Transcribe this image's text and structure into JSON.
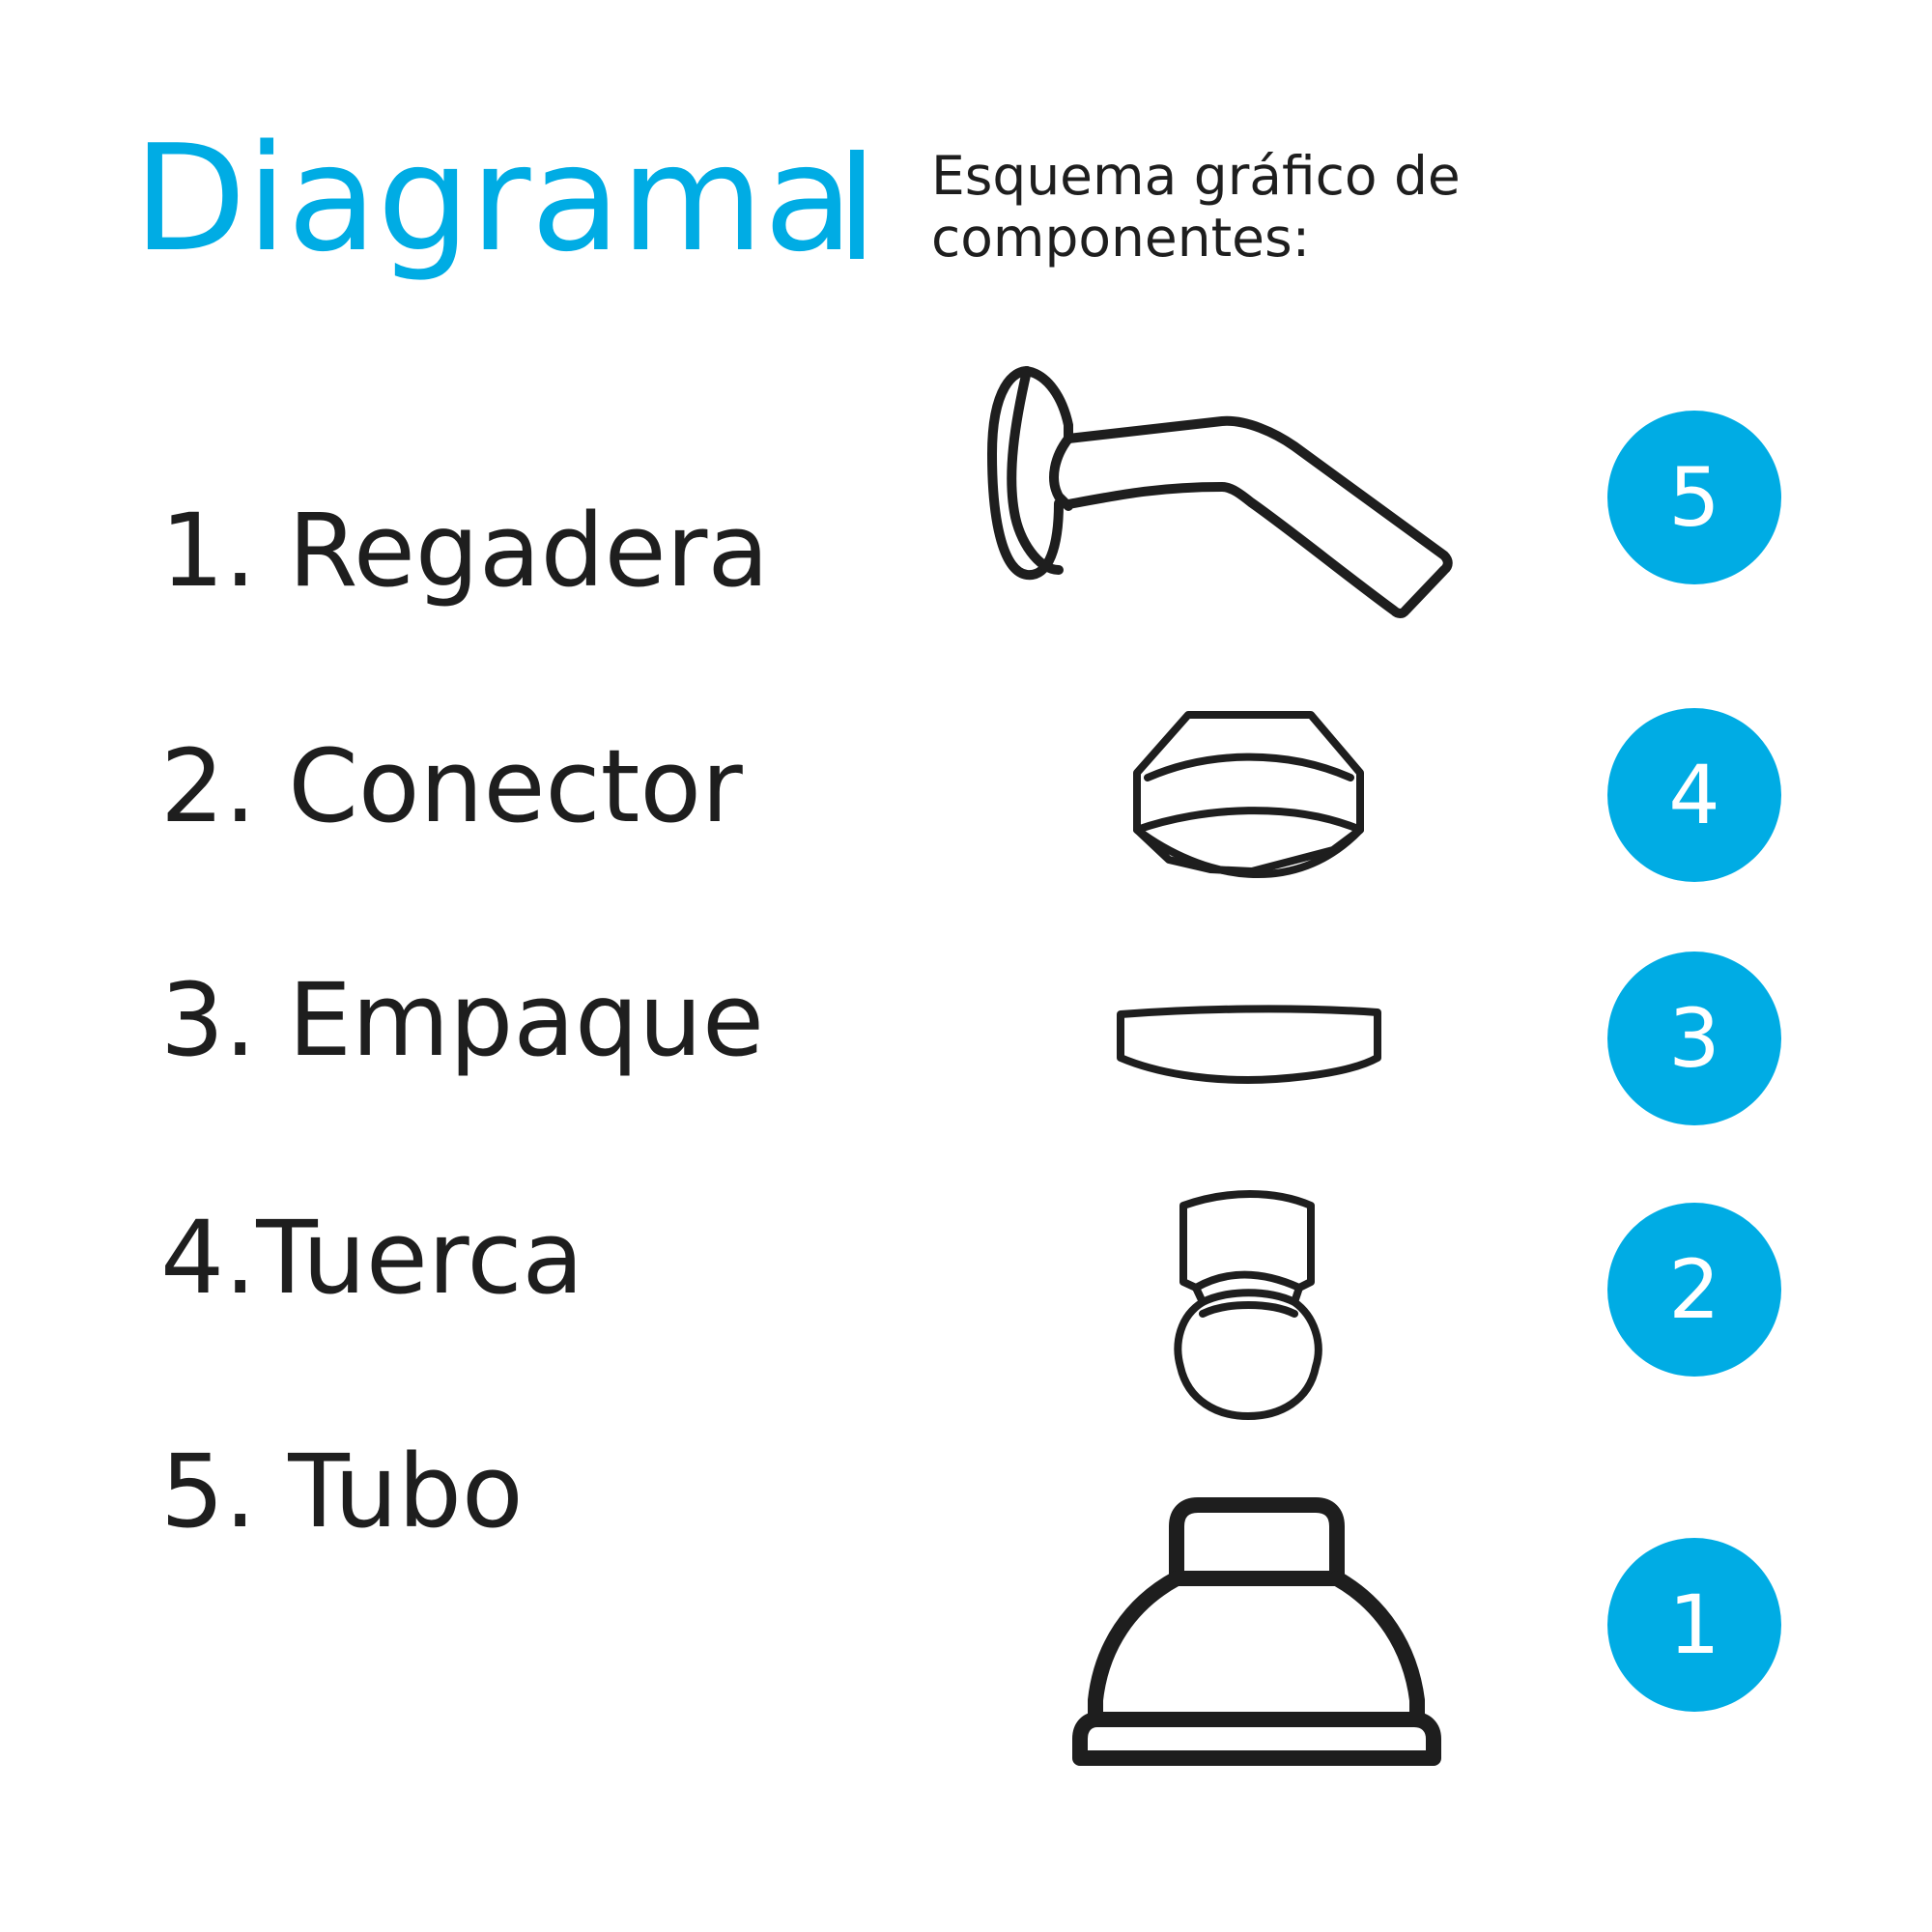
{
  "header": {
    "title": "Diagrama",
    "subtitle": "Esquema gráfico de componentes:"
  },
  "components": [
    {
      "label": "1. Regadera"
    },
    {
      "label": "2. Conector"
    },
    {
      "label": "3. Empaque"
    },
    {
      "label": "4.Tuerca"
    },
    {
      "label": "5. Tubo"
    }
  ],
  "illustrations": [
    {
      "icon": "pipe-arm-icon",
      "badge": "5"
    },
    {
      "icon": "connector-icon",
      "badge": "4"
    },
    {
      "icon": "gasket-icon",
      "badge": "3"
    },
    {
      "icon": "nut-icon",
      "badge": "2"
    },
    {
      "icon": "shower-head-icon",
      "badge": "1"
    }
  ],
  "colors": {
    "accent": "#00ace4",
    "text": "#1e1e1e",
    "background": "#ffffff"
  }
}
